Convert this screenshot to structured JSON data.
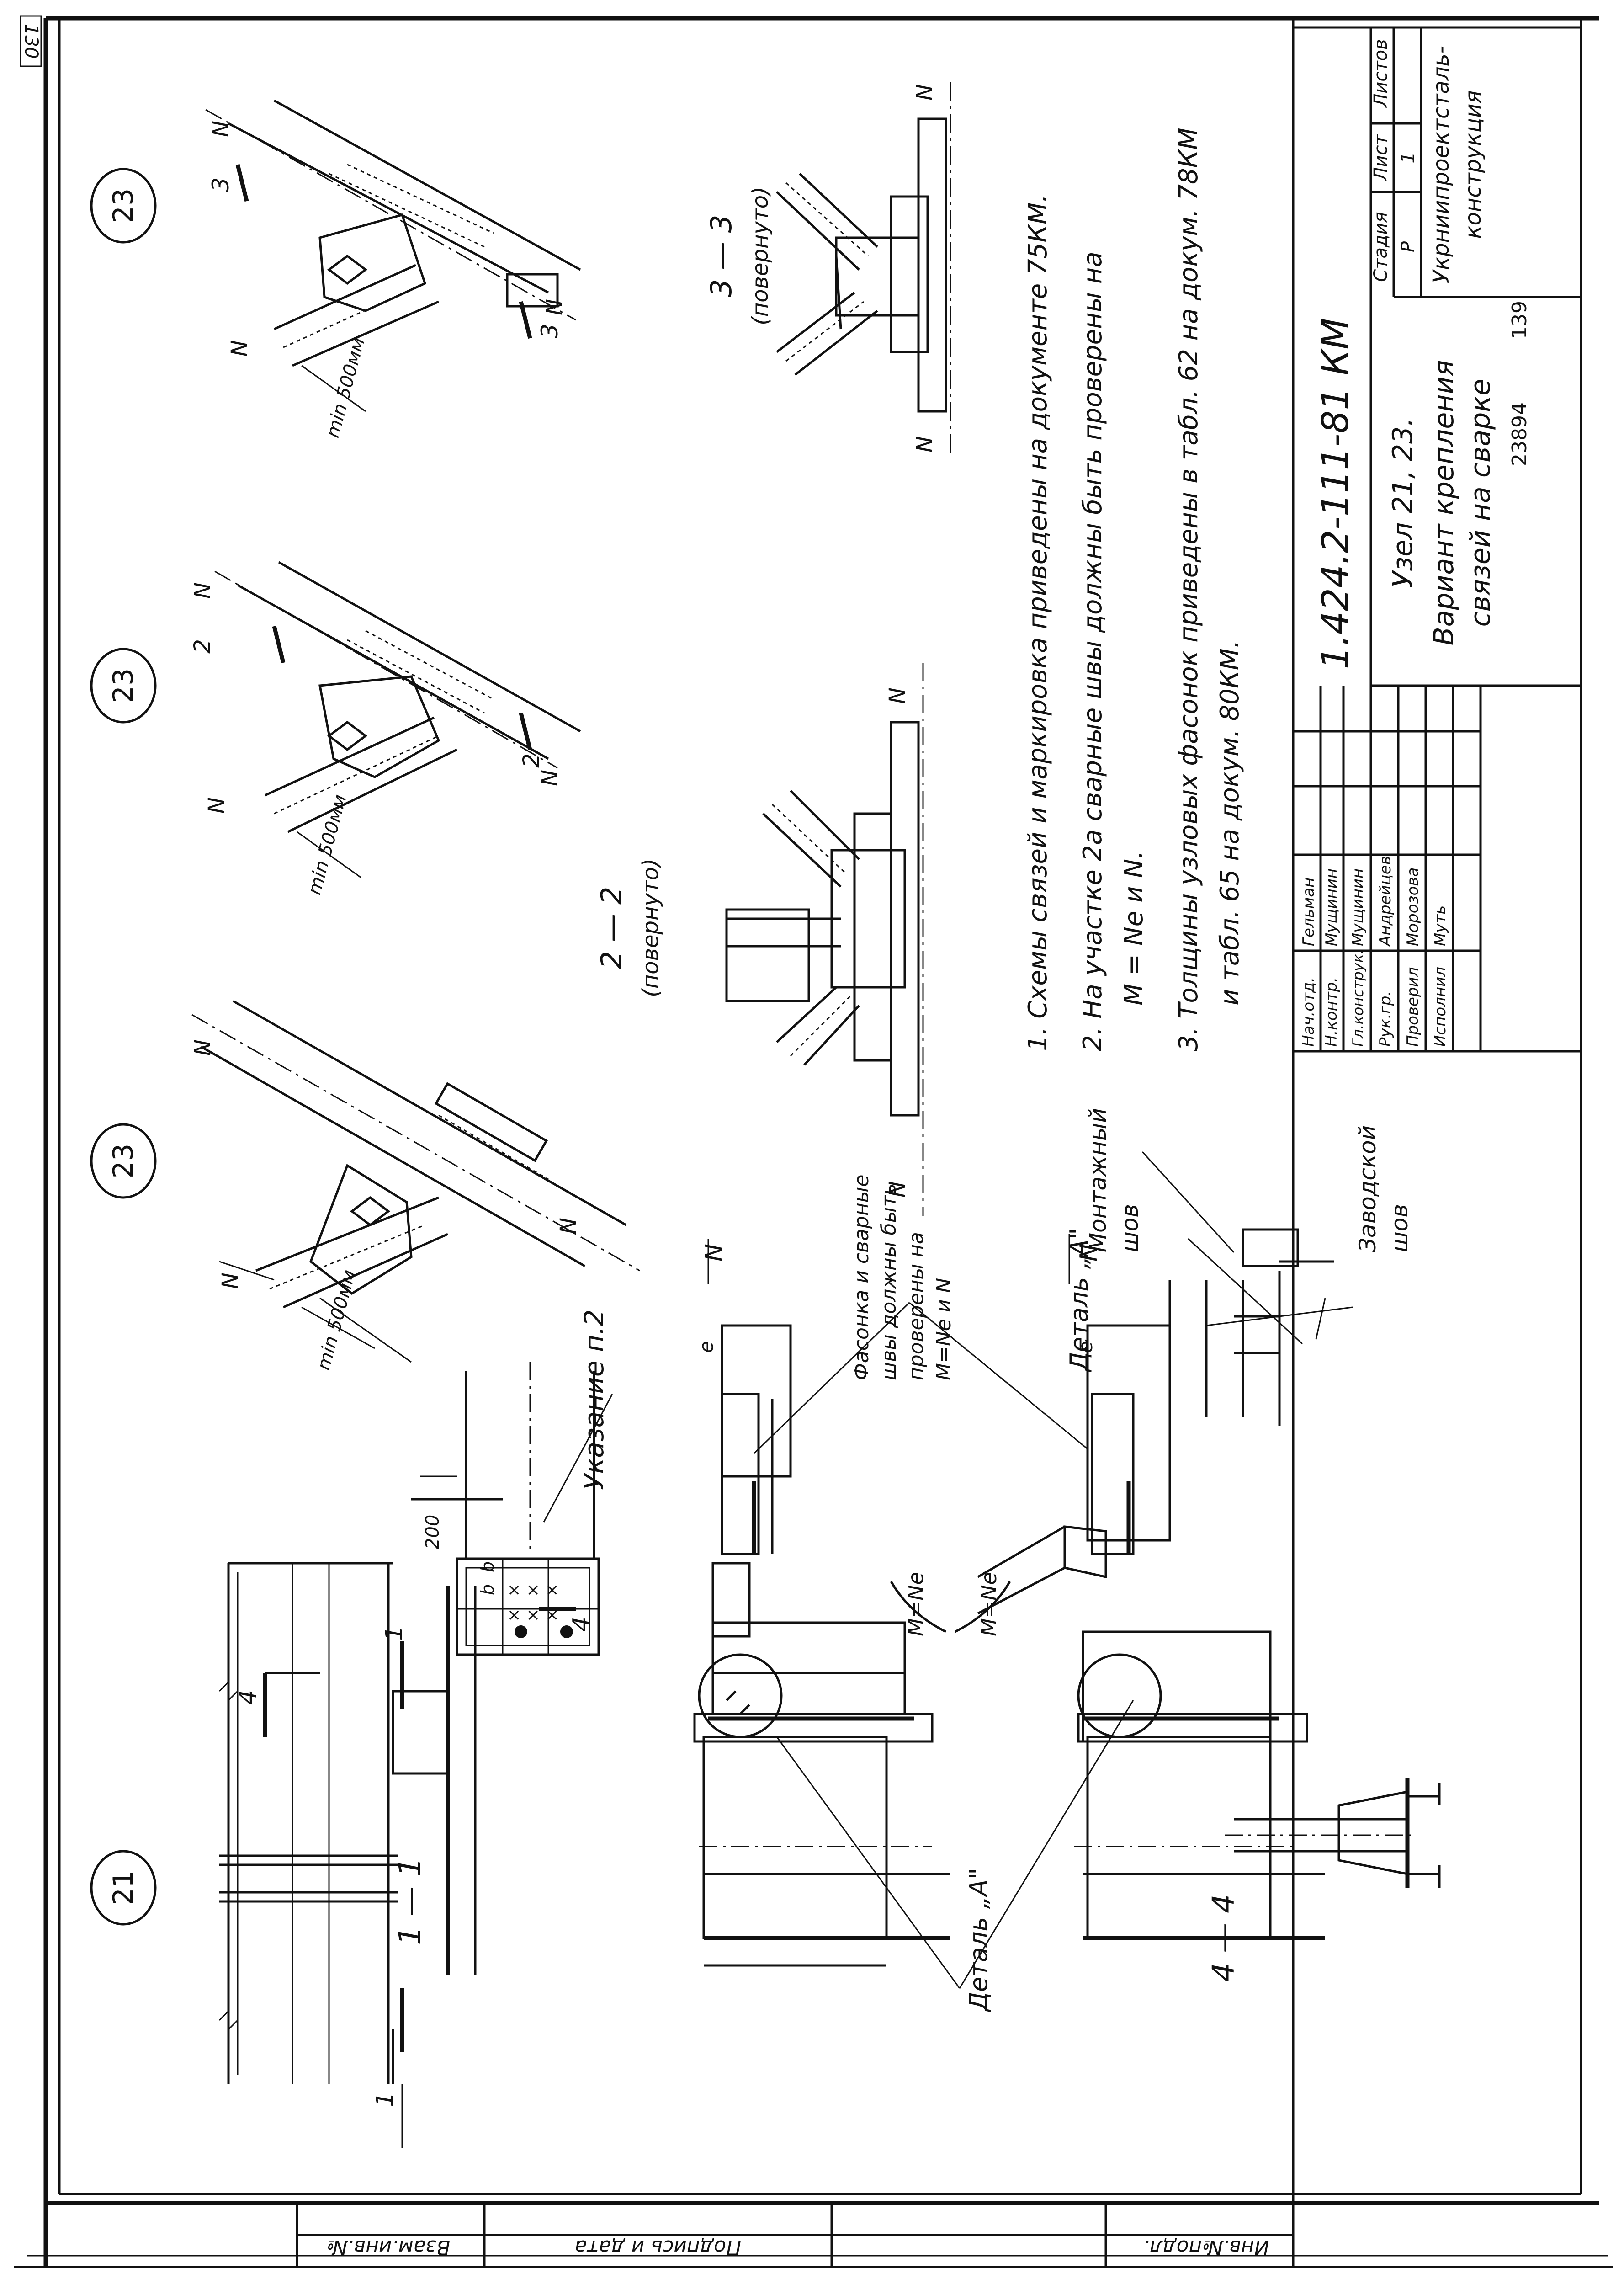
{
  "sheet_corner_number": "130",
  "left_strip": {
    "inv_podl": "Инв.№подл.",
    "podpis_data": "Подпись и дата",
    "vzam_inv": "Взам.инв.№"
  },
  "callouts": {
    "c21": "21",
    "c23a": "23",
    "c23b": "23",
    "c23c": "23"
  },
  "sections": {
    "s11": "1 — 1",
    "s11_cut_left": "1",
    "s11_cut_right": "1",
    "s44": "4 — 4",
    "s44_cut_a": "4",
    "s44_cut_b": "4",
    "s22": "2 — 2",
    "s22_sub": "(повернуто)",
    "s33": "3 — 3",
    "s33_sub": "(повернуто)",
    "cut2a": "2",
    "cut2b": "2",
    "cut3a": "3",
    "cut3b": "3"
  },
  "labels": {
    "ukazanie": "Указание п.2",
    "dim_200": "200",
    "dim_b": "b",
    "min500_1": "min 500мм",
    "min500_2": "min 500мм",
    "min500_3": "min 500мм",
    "n": "N",
    "m_ne_1": "M=Ne",
    "m_ne_2": "M=Ne",
    "e": "е",
    "detal_a_1": "Деталь „А\"",
    "detal_a_2": "Деталь „А\"",
    "fasonka_note_1": "Фасонка и сварные",
    "fasonka_note_2": "швы должны быть",
    "fasonka_note_3": "проверены на",
    "fasonka_note_4": "M=Ne и N",
    "montazh_1": "Монтажный",
    "montazh_2": "шов",
    "zavod_1": "Заводской",
    "zavod_2": "шов"
  },
  "notes": [
    "1. Схемы связей и маркировка приведены на документе 75КМ.",
    "2. На участке 2а сварные швы должны быть проверены на",
    "M = Ne и N.",
    "3. Толщины узловых фасонок приведены в табл. 62 на докум. 78КМ",
    "и табл. 65 на докум. 80КМ."
  ],
  "title_block": {
    "doc_code": "1.424.2-111-81 КМ",
    "title_1": "Узел 21, 23.",
    "title_2": "Вариант крепления",
    "title_3": "связей на сварке",
    "stadiya_h": "Стадия",
    "list_h": "Лист",
    "listov_h": "Листов",
    "stadiya_v": "Р",
    "list_v": "1",
    "org_1": "Укрниипроектсталь-",
    "org_2": "конструкция",
    "archive_no": "23894",
    "page_no": "139",
    "staff": [
      {
        "role": "Нач.отд.",
        "name": "Гельман"
      },
      {
        "role": "Н.контр.",
        "name": "Мущинин"
      },
      {
        "role": "Гл.конструк.",
        "name": "Мущинин"
      },
      {
        "role": "Рук.гр.",
        "name": "Андрейцев"
      },
      {
        "role": "Проверил",
        "name": "Морозова"
      },
      {
        "role": "Исполнил",
        "name": "Муть"
      }
    ]
  }
}
